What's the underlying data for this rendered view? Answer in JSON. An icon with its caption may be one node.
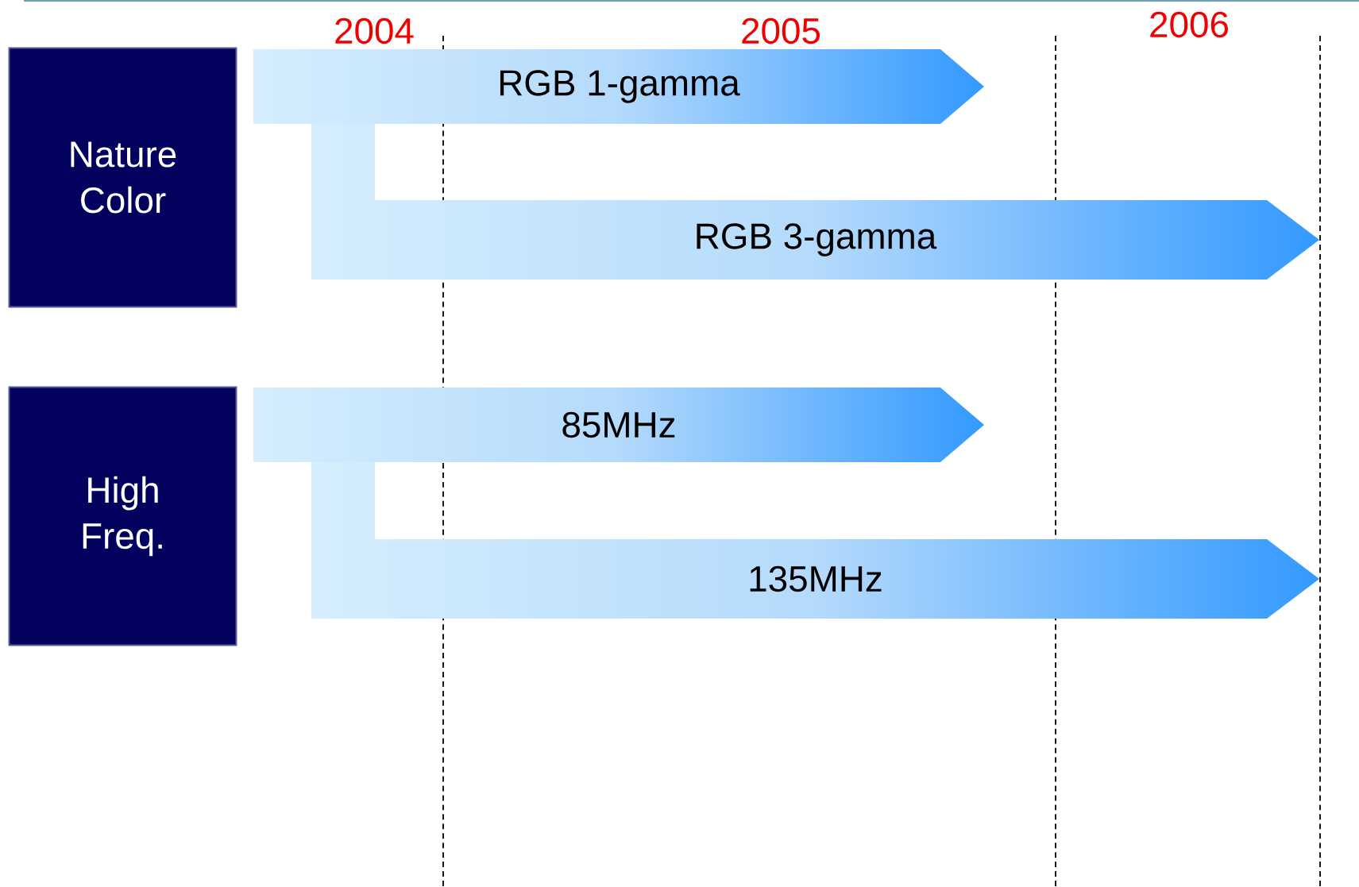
{
  "diagram": {
    "nodes": [
      {
        "text": [
          "Nature Color"
        ]
      },
      {
        "text": [
          "High Freq."
        ]
      },
      {
        "text": [
          "RGB 1-gamma"
        ]
      },
      {
        "text": [
          "RGB 3-gamma"
        ]
      },
      {
        "text": [
          "85MHz"
        ]
      },
      {
        "text": [
          "135MHz"
        ]
      }
    ],
    "labels": [
      "2004",
      "2005",
      "2006"
    ]
  }
}
